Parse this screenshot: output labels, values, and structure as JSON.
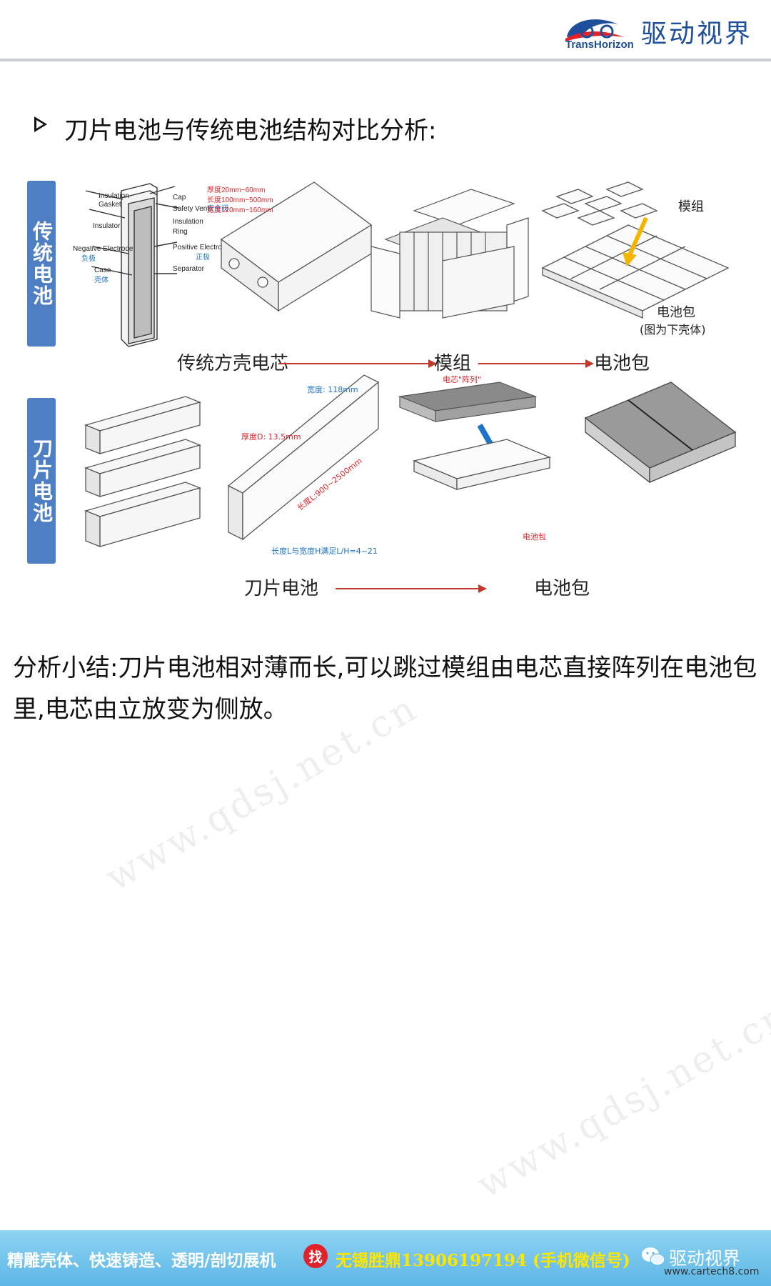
{
  "header": {
    "logo_cn": "驱动视界",
    "logo_en": "TransHorizon",
    "colors": {
      "brand": "#1f4e9a",
      "accent": "#e0232a"
    }
  },
  "heading": "刀片电池与传统电池结构对比分析:",
  "figure": {
    "row1": {
      "tag": "传统电池",
      "flow": [
        "传统方壳电芯",
        "模组",
        "电池包"
      ],
      "cell_labels": [
        "Insulation",
        "Gasket",
        "Cap",
        "Safety Vent",
        "安全阀",
        "Insulator",
        "Insulation",
        "Ring",
        "Negative Electrode",
        "负极",
        "Case",
        "壳体",
        "Positive Electrode",
        "正极",
        "Separator"
      ],
      "dims": [
        "厚度20mm~60mm",
        "长度100mm~500mm",
        "宽度120mm~160mm"
      ],
      "module_label": "模组",
      "pack_label": "电池包",
      "pack_note": "(图为下壳体)"
    },
    "row2": {
      "tag": "刀片电池",
      "flow": [
        "刀片电池",
        "电池包"
      ],
      "width_label": "宽度: 118mm",
      "thickness_label": "厚度D: 13.5mm",
      "length_label": "长度L:900~2500mm",
      "ratio_label": "长度L与宽度H满足L/H=4~21",
      "array_label": "电芯\"阵列\"",
      "pack_label": "电池包"
    }
  },
  "summary": "分析小结:刀片电池相对薄而长,可以跳过模组由电芯直接阵列在电池包里,电芯由立放变为侧放。",
  "watermark": "www.qdsj.net.cn",
  "footer": {
    "ad_text": "精雕壳体、快速铸造、透明/剖切展机",
    "find": "找",
    "contact": "无锡胜鼎13906197194 (手机微信号)",
    "wechat_name": "驱动视界",
    "corner_site": "www.cartech8.com",
    "colors": {
      "bar": "#6cc3ec",
      "contact": "#ffe600"
    }
  }
}
